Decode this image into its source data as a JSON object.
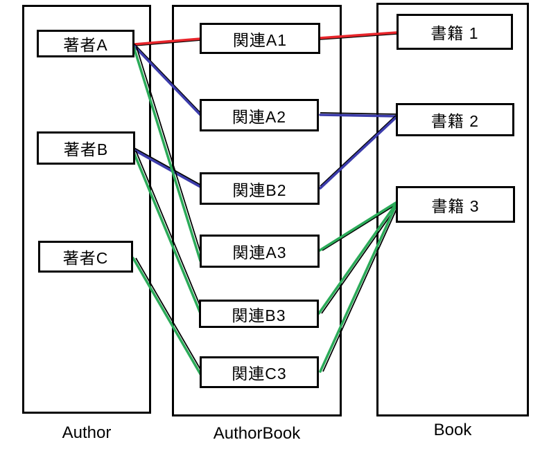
{
  "diagram": {
    "background": "#ffffff",
    "columns": [
      {
        "id": "author",
        "label": "Author"
      },
      {
        "id": "authorbook",
        "label": "AuthorBook"
      },
      {
        "id": "book",
        "label": "Book"
      }
    ],
    "nodes": {
      "authorA": {
        "label": "著者A",
        "column": "author"
      },
      "authorB": {
        "label": "著者B",
        "column": "author"
      },
      "authorC": {
        "label": "著者C",
        "column": "author"
      },
      "relA1": {
        "label": "関連A1",
        "column": "authorbook"
      },
      "relA2": {
        "label": "関連A2",
        "column": "authorbook"
      },
      "relB2": {
        "label": "関連B2",
        "column": "authorbook"
      },
      "relA3": {
        "label": "関連A3",
        "column": "authorbook"
      },
      "relB3": {
        "label": "関連B3",
        "column": "authorbook"
      },
      "relC3": {
        "label": "関連C3",
        "column": "authorbook"
      },
      "book1": {
        "label": "書籍 1",
        "column": "book"
      },
      "book2": {
        "label": "書籍 2",
        "column": "book"
      },
      "book3": {
        "label": "書籍 3",
        "column": "book"
      }
    },
    "connections": [
      {
        "from": "authorA",
        "to": "relA1",
        "color": "red"
      },
      {
        "from": "relA1",
        "to": "book1",
        "color": "red"
      },
      {
        "from": "authorA",
        "to": "relA2",
        "color": "blue"
      },
      {
        "from": "relA2",
        "to": "book2",
        "color": "blue"
      },
      {
        "from": "authorB",
        "to": "relB2",
        "color": "blue"
      },
      {
        "from": "relB2",
        "to": "book2",
        "color": "blue"
      },
      {
        "from": "authorA",
        "to": "relA3",
        "color": "green"
      },
      {
        "from": "relA3",
        "to": "book3",
        "color": "green"
      },
      {
        "from": "authorB",
        "to": "relB3",
        "color": "green"
      },
      {
        "from": "relB3",
        "to": "book3",
        "color": "green"
      },
      {
        "from": "authorC",
        "to": "relC3",
        "color": "green"
      },
      {
        "from": "relC3",
        "to": "book3",
        "color": "green"
      }
    ],
    "colors": {
      "red": "#e8262c",
      "blue": "#3c3cab",
      "green": "#2bab59",
      "line_black": "#000000",
      "border": "#000000"
    }
  }
}
